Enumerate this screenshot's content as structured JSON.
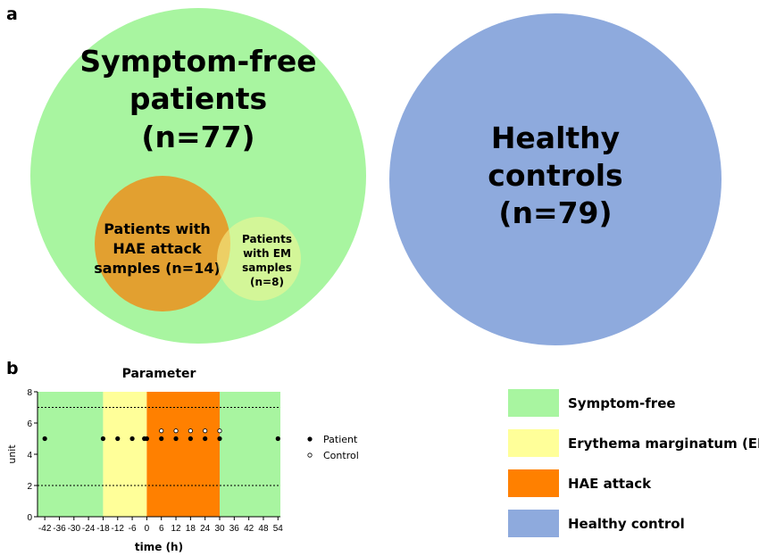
{
  "panel_a": {
    "label": "a",
    "symptom_free": {
      "line1": "Symptom-free",
      "line2": "patients",
      "line3": "(n=77)",
      "color": "#a8f5a0"
    },
    "hae": {
      "line1": "Patients with",
      "line2": "HAE attack",
      "line3": "samples (n=14)",
      "color": "#e2a030"
    },
    "em": {
      "line1": "Patients",
      "line2": "with EM",
      "line3": "samples",
      "line4": "(n=8)",
      "color": "#f5f592"
    },
    "healthy": {
      "line1": "Healthy",
      "line2": "controls",
      "line3": "(n=79)",
      "color": "#8eaadd"
    }
  },
  "panel_b": {
    "label": "b",
    "chart_data": {
      "type": "scatter",
      "title": "Parameter",
      "xlabel": "time (h)",
      "ylabel": "unit",
      "xlim": [
        -45,
        55
      ],
      "ylim": [
        0,
        8
      ],
      "x_ticks": [
        "-42",
        "-36",
        "-30",
        "-24",
        "-18",
        "-12",
        "-6",
        "0",
        "6",
        "12",
        "18",
        "24",
        "30",
        "36",
        "42",
        "48",
        "54"
      ],
      "y_ticks": [
        "0",
        "2",
        "4",
        "6",
        "8"
      ],
      "reference_lines": [
        2,
        7
      ],
      "bands": [
        {
          "from": -45,
          "to": -18,
          "color": "#a8f5a0"
        },
        {
          "from": -18,
          "to": 0,
          "color": "#ffff99"
        },
        {
          "from": 0,
          "to": 30,
          "color": "#ff8000"
        },
        {
          "from": 30,
          "to": 55,
          "color": "#a8f5a0"
        }
      ],
      "series": [
        {
          "name": "Patient",
          "marker": "filled",
          "x": [
            -42,
            -18,
            -12,
            -6,
            -1,
            0,
            6,
            12,
            18,
            24,
            30,
            54
          ],
          "y": [
            5,
            5,
            5,
            5,
            5,
            5,
            5,
            5,
            5,
            5,
            5,
            5
          ]
        },
        {
          "name": "Control",
          "marker": "open",
          "x": [
            6,
            12,
            18,
            24,
            30
          ],
          "y": [
            5.5,
            5.5,
            5.5,
            5.5,
            5.5
          ]
        }
      ]
    },
    "legend": [
      {
        "label": "Symptom-free",
        "color": "#a8f5a0"
      },
      {
        "label": "Erythema marginatum (EM)",
        "color": "#ffff99"
      },
      {
        "label": "HAE attack",
        "color": "#ff8000"
      },
      {
        "label": "Healthy control",
        "color": "#8eaadd"
      }
    ]
  }
}
